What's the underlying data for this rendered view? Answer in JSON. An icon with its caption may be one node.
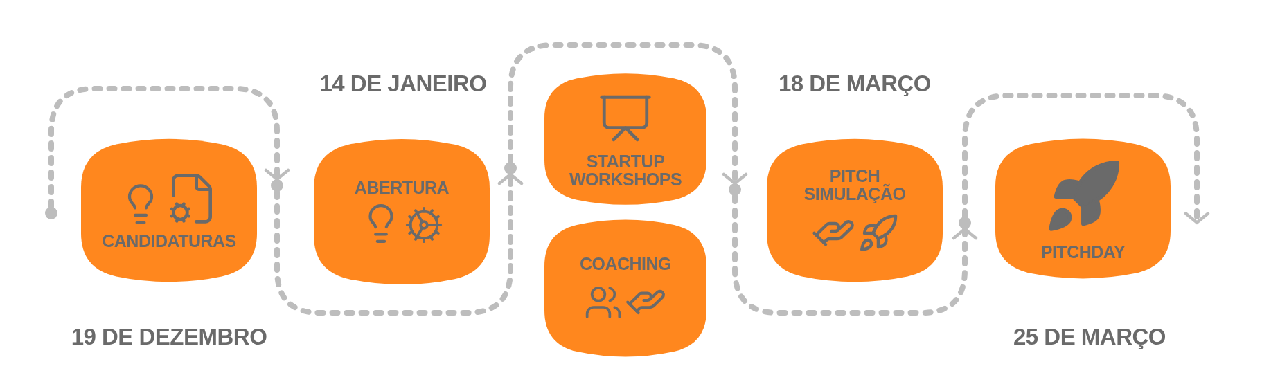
{
  "diagram": {
    "nodes": [
      {
        "text": [],
        "shape": "circle"
      },
      {
        "text": [
          "CANDIDATURAS"
        ],
        "beside": [
          "19 DE DEZEMBRO"
        ]
      },
      {
        "text": [],
        "shape": "circle"
      },
      {
        "text": [
          "ABERTURA"
        ],
        "beside": [
          "14 DE JANEIRO"
        ]
      },
      {
        "text": [],
        "shape": "circle"
      },
      {
        "text": [
          "STARTUP WORKSHOPS"
        ]
      },
      {
        "text": [
          "COACHING"
        ]
      },
      {
        "text": [],
        "shape": "circle"
      },
      {
        "text": [
          "PITCH SIMULAÇÃO"
        ],
        "beside": [
          "18 DE MARÇO"
        ]
      },
      {
        "text": [],
        "shape": "circle"
      },
      {
        "text": [
          "PITCHDAY"
        ],
        "beside": [
          "25 DE MARÇO"
        ]
      }
    ],
    "edges": [
      {
        "from": 0,
        "to": 2,
        "arrow": "to",
        "style": "dashed"
      },
      {
        "from": 2,
        "to": 4,
        "arrow": "to",
        "style": "dashed"
      },
      {
        "from": 4,
        "to": 7,
        "arrow": "to",
        "style": "dashed"
      },
      {
        "from": 7,
        "to": 9,
        "arrow": "to",
        "style": "dashed"
      },
      {
        "from": 9,
        "to": 10,
        "arrow": "to",
        "style": "dashed"
      }
    ]
  }
}
